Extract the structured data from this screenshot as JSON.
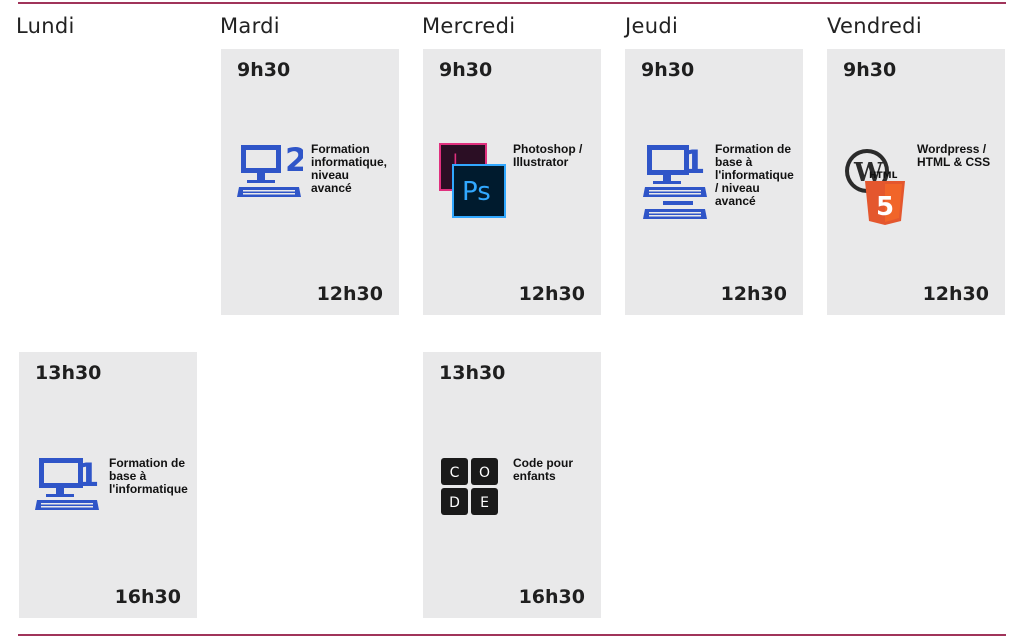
{
  "days": [
    "Lundi",
    "Mardi",
    "Mercredi",
    "Jeudi",
    "Vendredi"
  ],
  "sessions": [
    {
      "day": "Mardi",
      "start": "9h30",
      "end": "12h30",
      "title": "Formation\ninformatique,\nniveau avancé",
      "icon": "computer-level-2-icon"
    },
    {
      "day": "Mercredi",
      "start": "9h30",
      "end": "12h30",
      "title": "Photoshop /\nIllustrator",
      "icon": "photoshop-illustrator-icon"
    },
    {
      "day": "Jeudi",
      "start": "9h30",
      "end": "12h30",
      "title": "Formation de\nbase à\nl'informatique\n/ niveau avancé",
      "icon": "computer-level-1-2-icon"
    },
    {
      "day": "Vendredi",
      "start": "9h30",
      "end": "12h30",
      "title": "Wordpress /\nHTML & CSS",
      "icon": "wordpress-html5-icon"
    },
    {
      "day": "Lundi",
      "start": "13h30",
      "end": "16h30",
      "title": "Formation de\nbase à\nl'informatique",
      "icon": "computer-level-1-icon"
    },
    {
      "day": "Mercredi",
      "start": "13h30",
      "end": "16h30",
      "title": "Code pour\nenfants",
      "icon": "code-blocks-icon"
    }
  ],
  "code_letters": [
    "C",
    "O",
    "D",
    "E"
  ],
  "html5_badge": {
    "label": "HTML",
    "number": "5"
  },
  "photoshop_badge": {
    "label": "Ps"
  },
  "colors": {
    "accent_rule": "#a0345a",
    "card_bg": "#e9e9ea",
    "icon_blue": "#2f55c8",
    "html5_orange": "#e4572e"
  }
}
